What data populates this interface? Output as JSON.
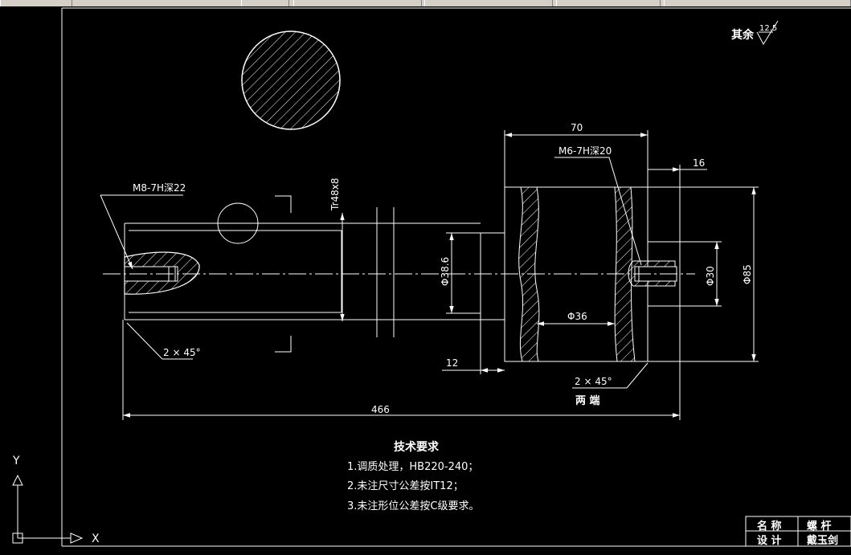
{
  "window": {
    "tabs": [
      "",
      "",
      "",
      "",
      "",
      ""
    ]
  },
  "drawing": {
    "roughness_label": "其余",
    "roughness_value": "12.5",
    "dims": {
      "len_70": "70",
      "m6_thread": "M6-7H深20",
      "len_16": "16",
      "m8_thread": "M8-7H深22",
      "tr_thread": "Tr48x8",
      "dia_386": "Φ38.6",
      "dia_36": "Φ36",
      "dia_30": "Φ30",
      "dia_85": "Φ85",
      "len_12": "12",
      "chamfer_left": "2 × 45°",
      "chamfer_right": "2 × 45°",
      "both_ends": "两  端",
      "len_466": "466"
    },
    "requirements": {
      "title": "技术要求",
      "items": [
        "1.调质处理，HB220-240；",
        "2.未注尺寸公差按IT12；",
        "3.未注形位公差按C级要求。"
      ]
    },
    "title_block": {
      "name_label": "名  称",
      "name_value": "螺  杆",
      "design_label": "设  计",
      "designer": "戴玉剑"
    },
    "ucs": {
      "x_label": "X",
      "y_label": "Y"
    }
  }
}
